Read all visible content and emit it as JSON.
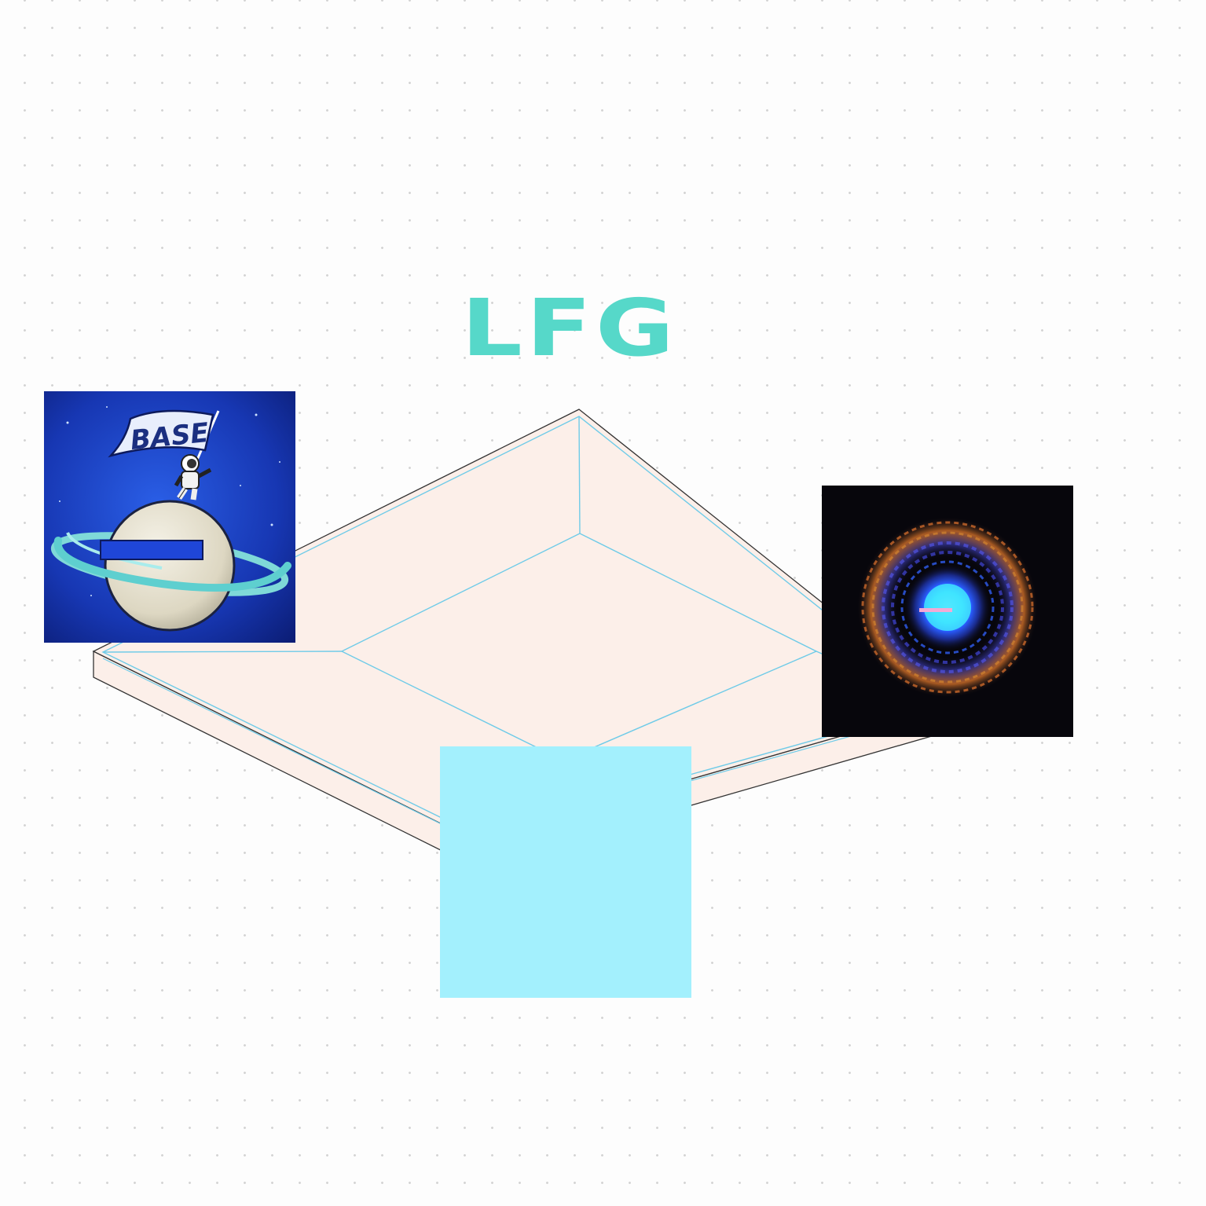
{
  "headline": {
    "text": "LFG"
  },
  "cards": {
    "left": {
      "icon": "base-astronaut-planet-icon",
      "flag_text": "BASE"
    },
    "right": {
      "icon": "glowing-orb-tunnel-icon"
    },
    "bottom": {
      "icon": "cyan-square-tile"
    }
  },
  "colors": {
    "background": "#fdfdfd",
    "grid_dot": "#d4d4d4",
    "headline": "#56d8c9",
    "platform_fill": "#fcefe9",
    "platform_line": "#6fcbe8",
    "platform_edge": "#333333",
    "tile": "#a3f0fd",
    "space_blue": "#1a3ec0",
    "orb_glow": "#3fe4ff"
  }
}
